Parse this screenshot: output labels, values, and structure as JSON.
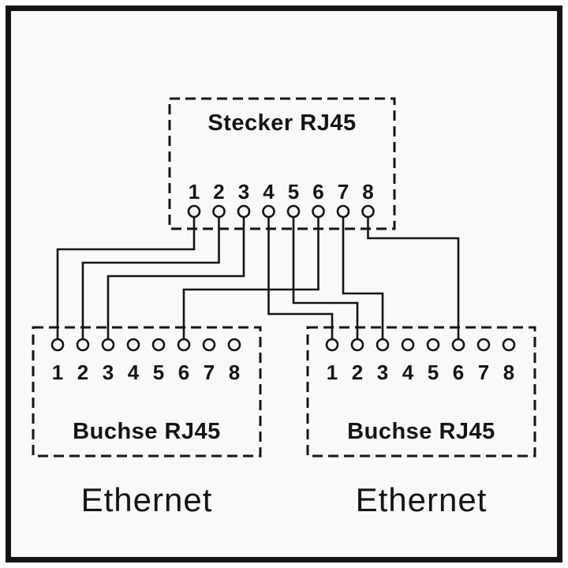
{
  "diagram": {
    "background": "#f9f9f9",
    "ink": "#141414",
    "plug": {
      "label": "Stecker RJ45",
      "pins": [
        "1",
        "2",
        "3",
        "4",
        "5",
        "6",
        "7",
        "8"
      ]
    },
    "sockets": [
      {
        "id": "left",
        "label": "Buchse RJ45",
        "caption": "Ethernet",
        "pins": [
          "1",
          "2",
          "3",
          "4",
          "5",
          "6",
          "7",
          "8"
        ]
      },
      {
        "id": "right",
        "label": "Buchse RJ45",
        "caption": "Ethernet",
        "pins": [
          "1",
          "2",
          "3",
          "4",
          "5",
          "6",
          "7",
          "8"
        ]
      }
    ],
    "connections": [
      {
        "from": "plug:1",
        "to": "left:1"
      },
      {
        "from": "plug:2",
        "to": "left:2"
      },
      {
        "from": "plug:3",
        "to": "left:3"
      },
      {
        "from": "plug:6",
        "to": "left:6"
      },
      {
        "from": "plug:4",
        "to": "right:1"
      },
      {
        "from": "plug:5",
        "to": "right:2"
      },
      {
        "from": "plug:7",
        "to": "right:3"
      },
      {
        "from": "plug:8",
        "to": "right:6"
      }
    ]
  }
}
